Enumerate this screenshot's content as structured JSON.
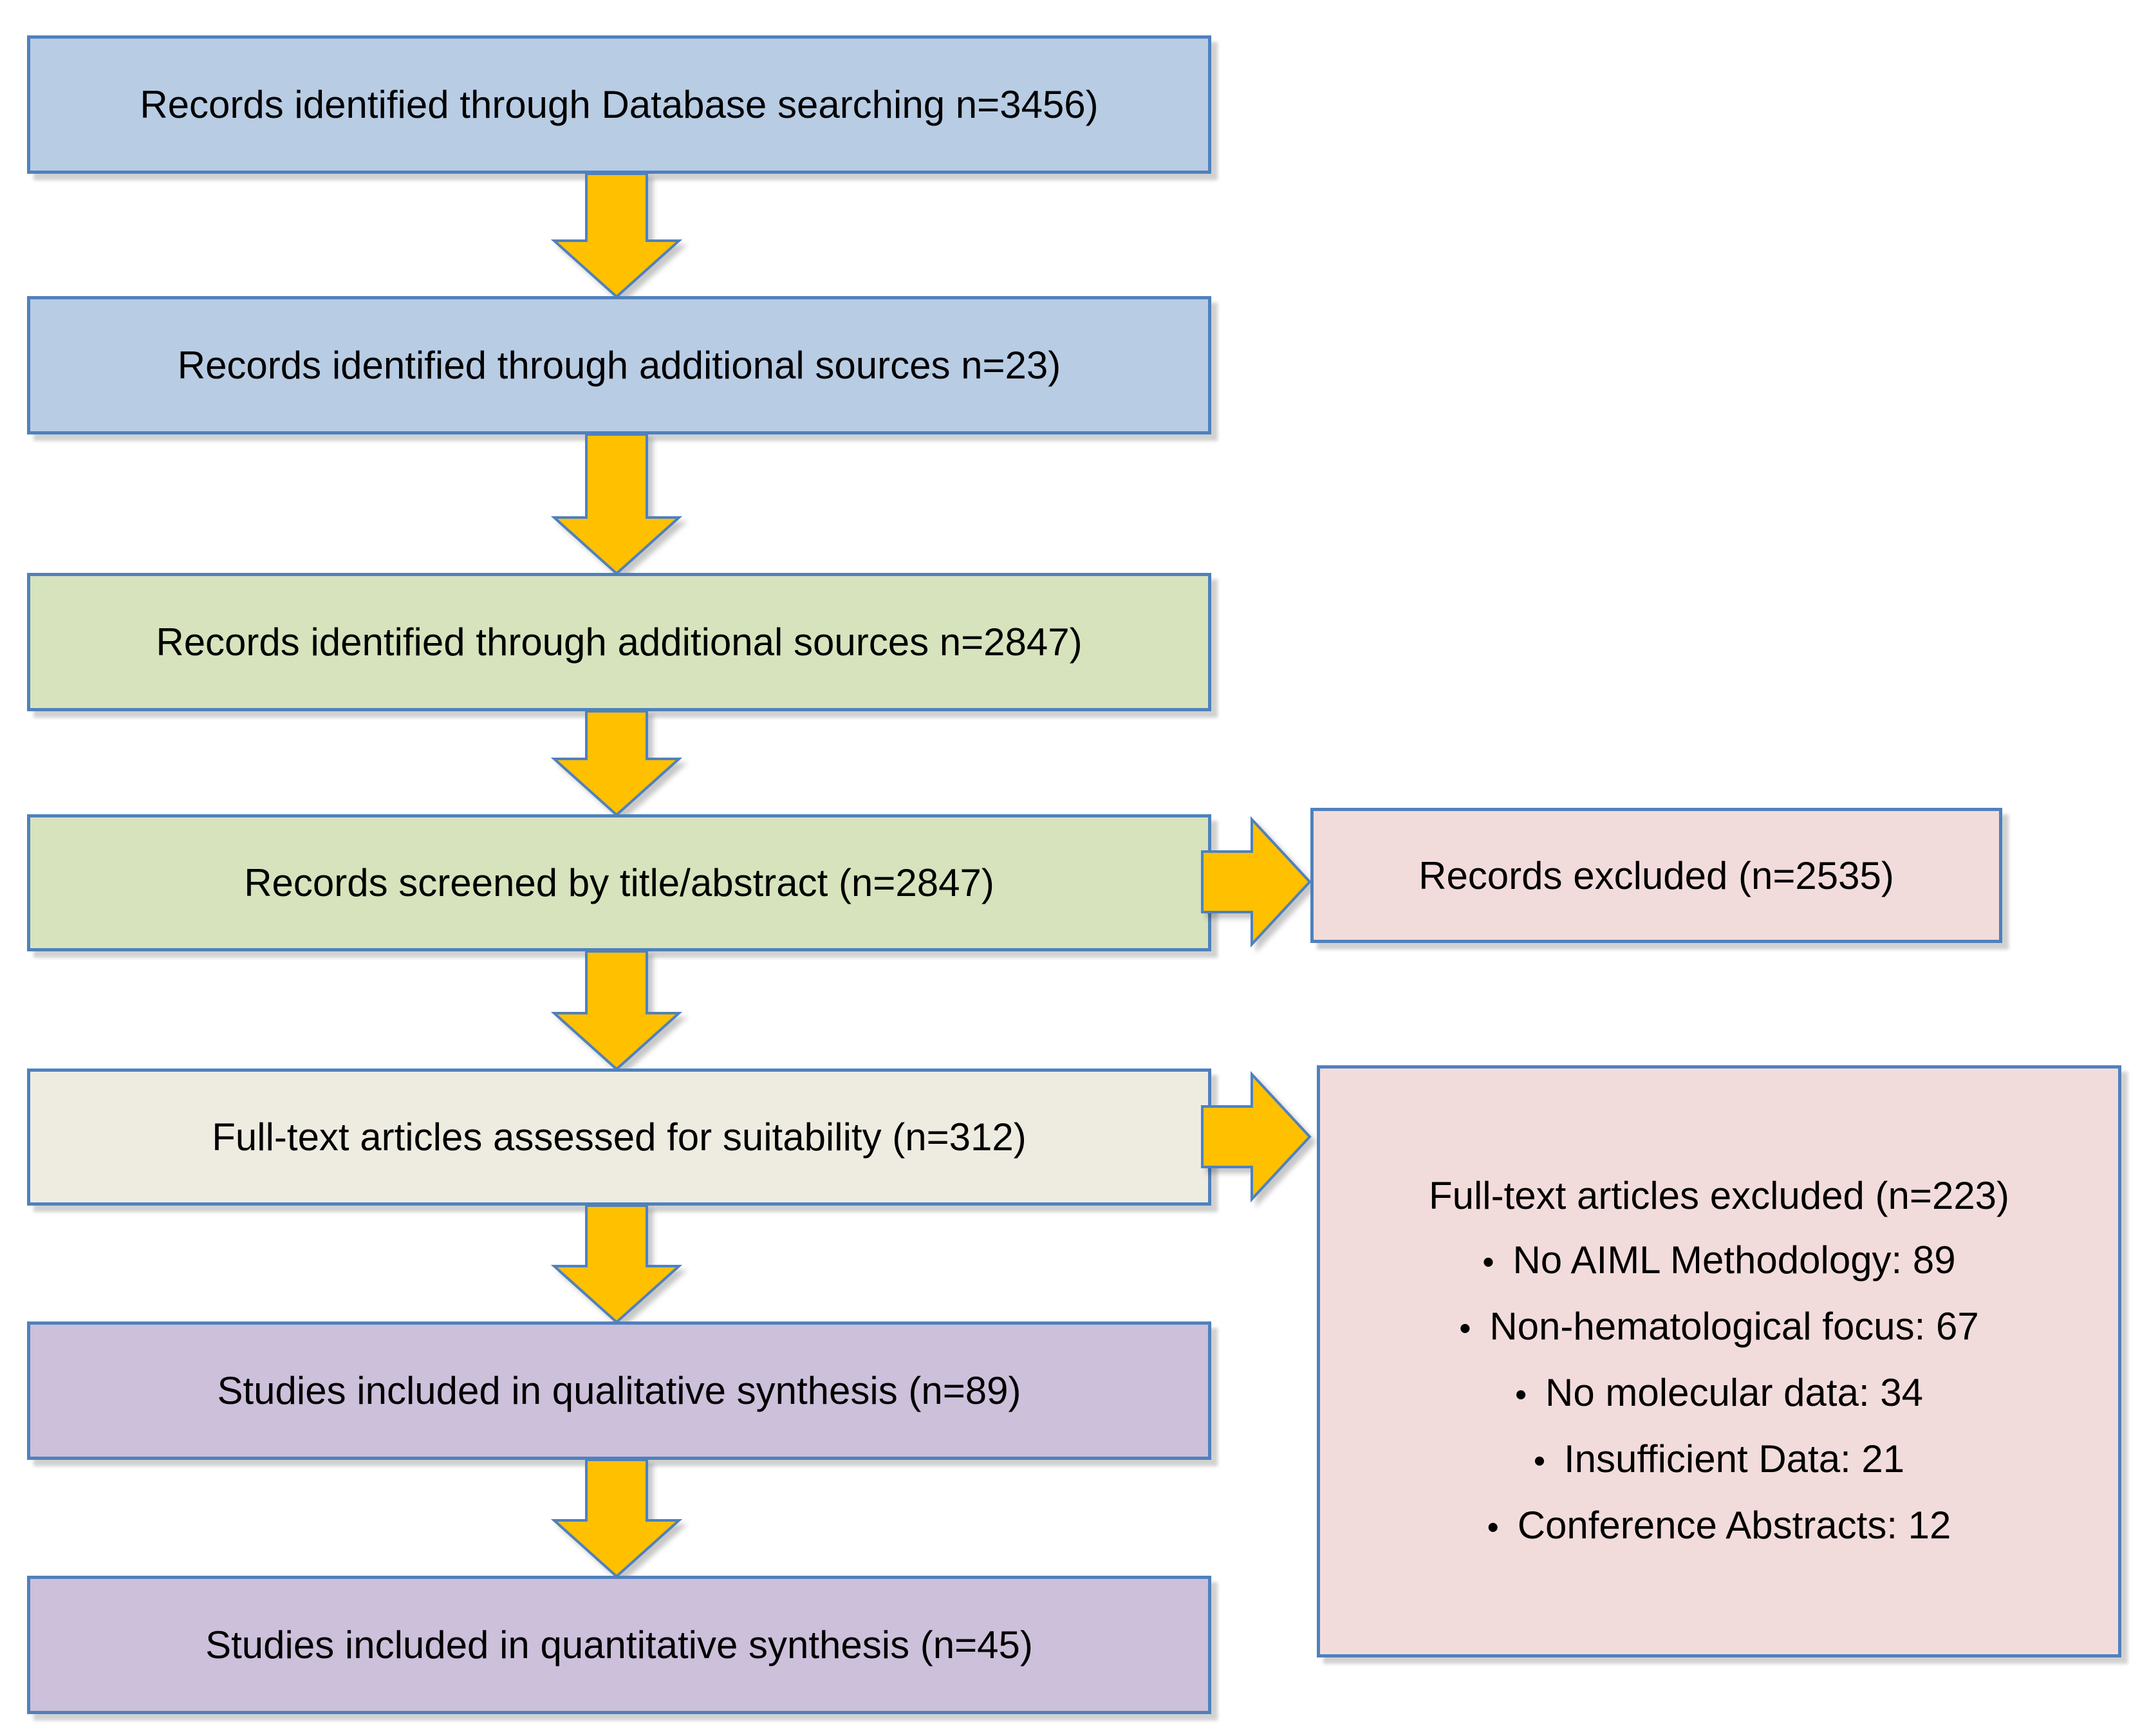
{
  "colors": {
    "border": "#4f81bd",
    "arrow_fill": "#ffc000",
    "blue_fill": "#b8cce4",
    "green_fill": "#d6e3bc",
    "cream_fill": "#eeece1",
    "purple_fill": "#ccc0da",
    "pink_fill": "#f2dcdb",
    "text": "#000000"
  },
  "flow": {
    "steps": [
      {
        "label": "Records identified through Database searching  n=3456)"
      },
      {
        "label": "Records identified through additional sources n=23)"
      },
      {
        "label": "Records identified through additional sources n=2847)"
      },
      {
        "label": "Records screened by title/abstract (n=2847)"
      },
      {
        "label": "Full-text articles assessed for suitability (n=312)"
      },
      {
        "label": "Studies included in qualitative synthesis (n=89)"
      },
      {
        "label": "Studies included in quantitative synthesis (n=45)"
      }
    ],
    "exclusions": {
      "records_excluded": {
        "label": "Records excluded (n=2535)"
      },
      "fulltext_excluded": {
        "title": "Full-text articles excluded (n=223)",
        "reasons": [
          "No AIML Methodology: 89",
          "Non-hematological focus: 67",
          "No molecular data: 34",
          "Insufficient Data: 21",
          "Conference Abstracts: 12"
        ]
      }
    }
  }
}
